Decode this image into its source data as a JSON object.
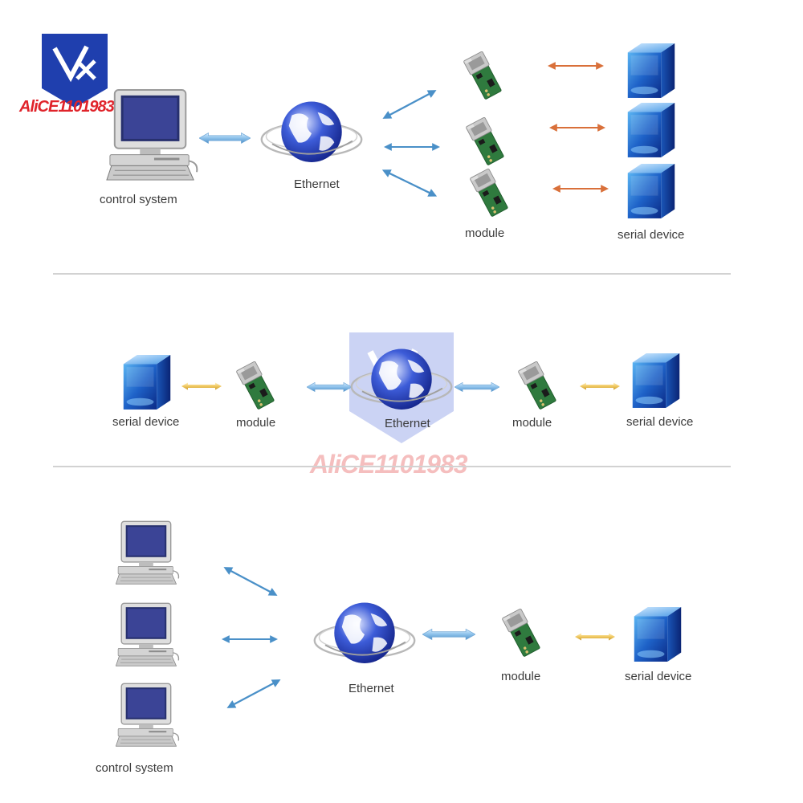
{
  "brand": {
    "name": "AliCE1101983"
  },
  "sections": [
    {
      "labels": {
        "pc": "control system",
        "net": "Ethernet",
        "module": "module",
        "device": "serial device"
      }
    },
    {
      "labels": {
        "device_left": "serial device",
        "module_left": "module",
        "net": "Ethernet",
        "module_right": "module",
        "device_right": "serial device"
      }
    },
    {
      "labels": {
        "pc": "control system",
        "net": "Ethernet",
        "module": "module",
        "device": "serial device"
      }
    }
  ],
  "colors": {
    "cube": "#1e62c8",
    "ethernet_arrow": "#4a90c8",
    "serial_arrow_orange": "#d9703a",
    "serial_arrow_gold": "#e8b84a",
    "board": "#2f7a3e",
    "logo": "#1f3fae",
    "logo_text": "#e0242b"
  }
}
